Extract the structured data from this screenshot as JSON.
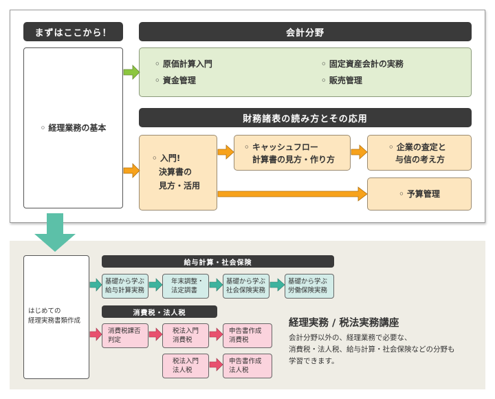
{
  "top": {
    "start_header": "まずはここから！",
    "basic_course": "経理業務の基本",
    "accounting_header": "会計分野",
    "accounting_items": [
      "原価計算入門",
      "固定資産会計の実務",
      "資金管理",
      "販売管理"
    ],
    "financial_header": "財務諸表の読み方とその応用",
    "intro_line1": "入門!",
    "intro_line2": "決算書の",
    "intro_line3": "見方・活用",
    "cashflow_line1": "キャッシュフロー",
    "cashflow_line2": "計算書の見方・作り方",
    "credit_line1": "企業の査定と",
    "credit_line2": "与信の考え方",
    "budget": "予算管理"
  },
  "bottom": {
    "first_doc_line1": "はじめての",
    "first_doc_line2": "経理実務書類作成",
    "payroll_header": "給与計算・社会保険",
    "payroll_items": [
      {
        "line1": "基礎から学ぶ",
        "line2": "給与計算実務"
      },
      {
        "line1": "年末調整・",
        "line2": "法定調書"
      },
      {
        "line1": "基礎から学ぶ",
        "line2": "社会保険実務"
      },
      {
        "line1": "基礎から学ぶ",
        "line2": "労働保険実務"
      }
    ],
    "tax_header": "消費税・法人税",
    "tax_items": [
      {
        "line1": "消費税課否",
        "line2": "判定"
      },
      {
        "line1": "税法入門",
        "line2": "消費税"
      },
      {
        "line1": "申告書作成",
        "line2": "消費税"
      },
      {
        "line1": "税法入門",
        "line2": "法人税"
      },
      {
        "line1": "申告書作成",
        "line2": "法人税"
      }
    ],
    "course_title": "経理実務 / 税法実務講座",
    "course_desc_line1": "会計分野以外の、経理業務で必要な、",
    "course_desc_line2": "消費税・法人税、給与計算・社会保険などの分野も",
    "course_desc_line3": "学習できます。"
  },
  "colors": {
    "green_arrow": "#8cc63f",
    "orange_arrow": "#f7a21b",
    "teal_arrow": "#3db39e",
    "pink_arrow": "#e8506e",
    "big_arrow": "#5cc0a8"
  }
}
